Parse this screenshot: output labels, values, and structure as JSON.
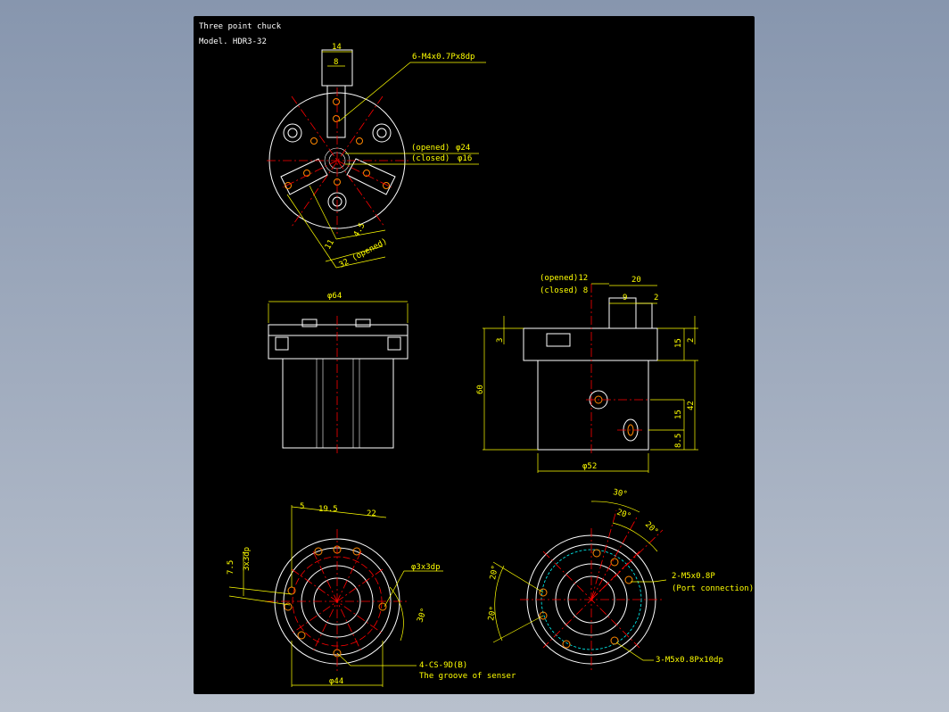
{
  "header": {
    "title": "Three point chuck",
    "model": "Model. HDR3-32"
  },
  "top_view": {
    "dim_jaw_width": "14",
    "dim_jaw_inner": "8",
    "tap_note": "6-M4x0.7Px8dp",
    "opened_label": "(opened)",
    "opened_dia": "φ24",
    "closed_label": "(closed)",
    "closed_dia": "φ16",
    "dim_11": "11",
    "dim_4_5": "4.5",
    "dim_32_opened": "32 (opened)"
  },
  "front_view": {
    "dim_dia64": "φ64"
  },
  "side_view": {
    "opened_12": "(opened)12",
    "closed_8": "(closed)  8",
    "dim_20": "20",
    "dim_9": "9",
    "dim_2_top": "2",
    "dim_3": "3",
    "dim_15_upper": "15",
    "dim_2_right": "2",
    "dim_60": "60",
    "dim_42": "42",
    "dim_15_lower": "15",
    "dim_8_5": "8.5",
    "dim_dia52": "φ52"
  },
  "bottom_left_view": {
    "dim_5": "5",
    "dim_19_5": "19.5",
    "dim_22": "22",
    "dim_7_5": "7.5",
    "dim_3x3dp_left": "3x3dp",
    "hole_note": "φ3x3dp",
    "angle_30": "30°",
    "groove_note_1": "4-CS-9D(B)",
    "groove_note_2": "The groove of senser",
    "dim_dia44": "φ44"
  },
  "bottom_right_view": {
    "angle_30": "30°",
    "angle_20_a": "20°",
    "angle_20_b": "20°",
    "angle_20_left_a": "20°",
    "angle_20_left_b": "20°",
    "port_note_1": "2-M5x0.8P",
    "port_note_2": "(Port connection)",
    "tap_note": "3-M5x0.8Px10dp"
  }
}
